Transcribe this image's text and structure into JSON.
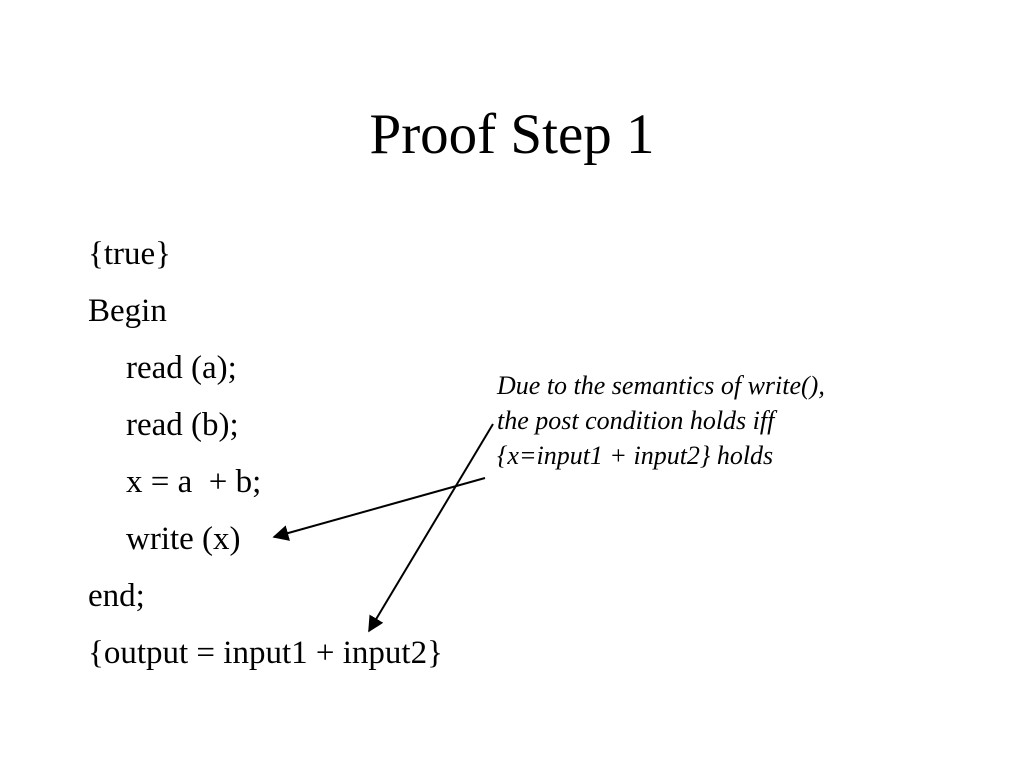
{
  "slide": {
    "title": "Proof Step 1",
    "code_lines": [
      "{true}",
      "Begin",
      "read (a);",
      "read (b);",
      "x = a  + b;",
      "write (x)",
      "end;",
      "{output = input1 + input2}"
    ],
    "annotation_lines": [
      "Due to the semantics of write(),",
      "the post condition holds iff",
      "{x=input1 + input2} holds"
    ]
  }
}
